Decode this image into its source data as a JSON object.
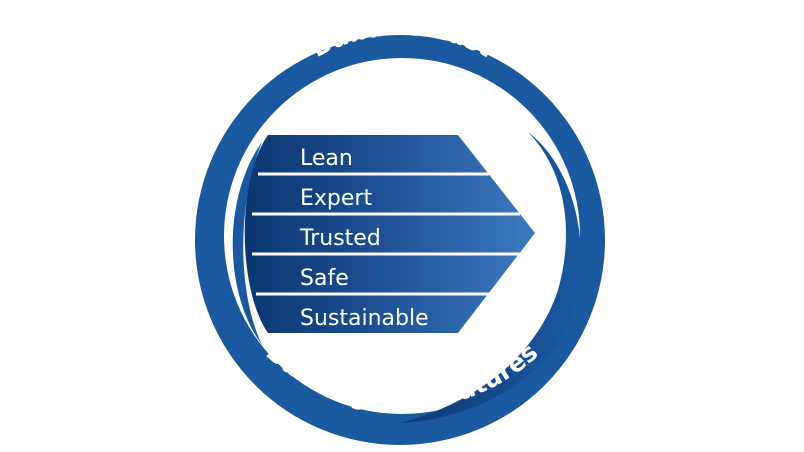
{
  "diagram": {
    "top_arc_text": "Build to Last",
    "bottom_arc_text": "Building New Futures",
    "stack_items": [
      "Lean",
      "Expert",
      "Trusted",
      "Safe",
      "Sustainable"
    ]
  },
  "colors": {
    "ring_blue": "#1a58a0",
    "arrow_dark": "#0d3a75",
    "arrow_light": "#3c79bf",
    "divider": "#ffffff",
    "background": "#ffffff"
  }
}
